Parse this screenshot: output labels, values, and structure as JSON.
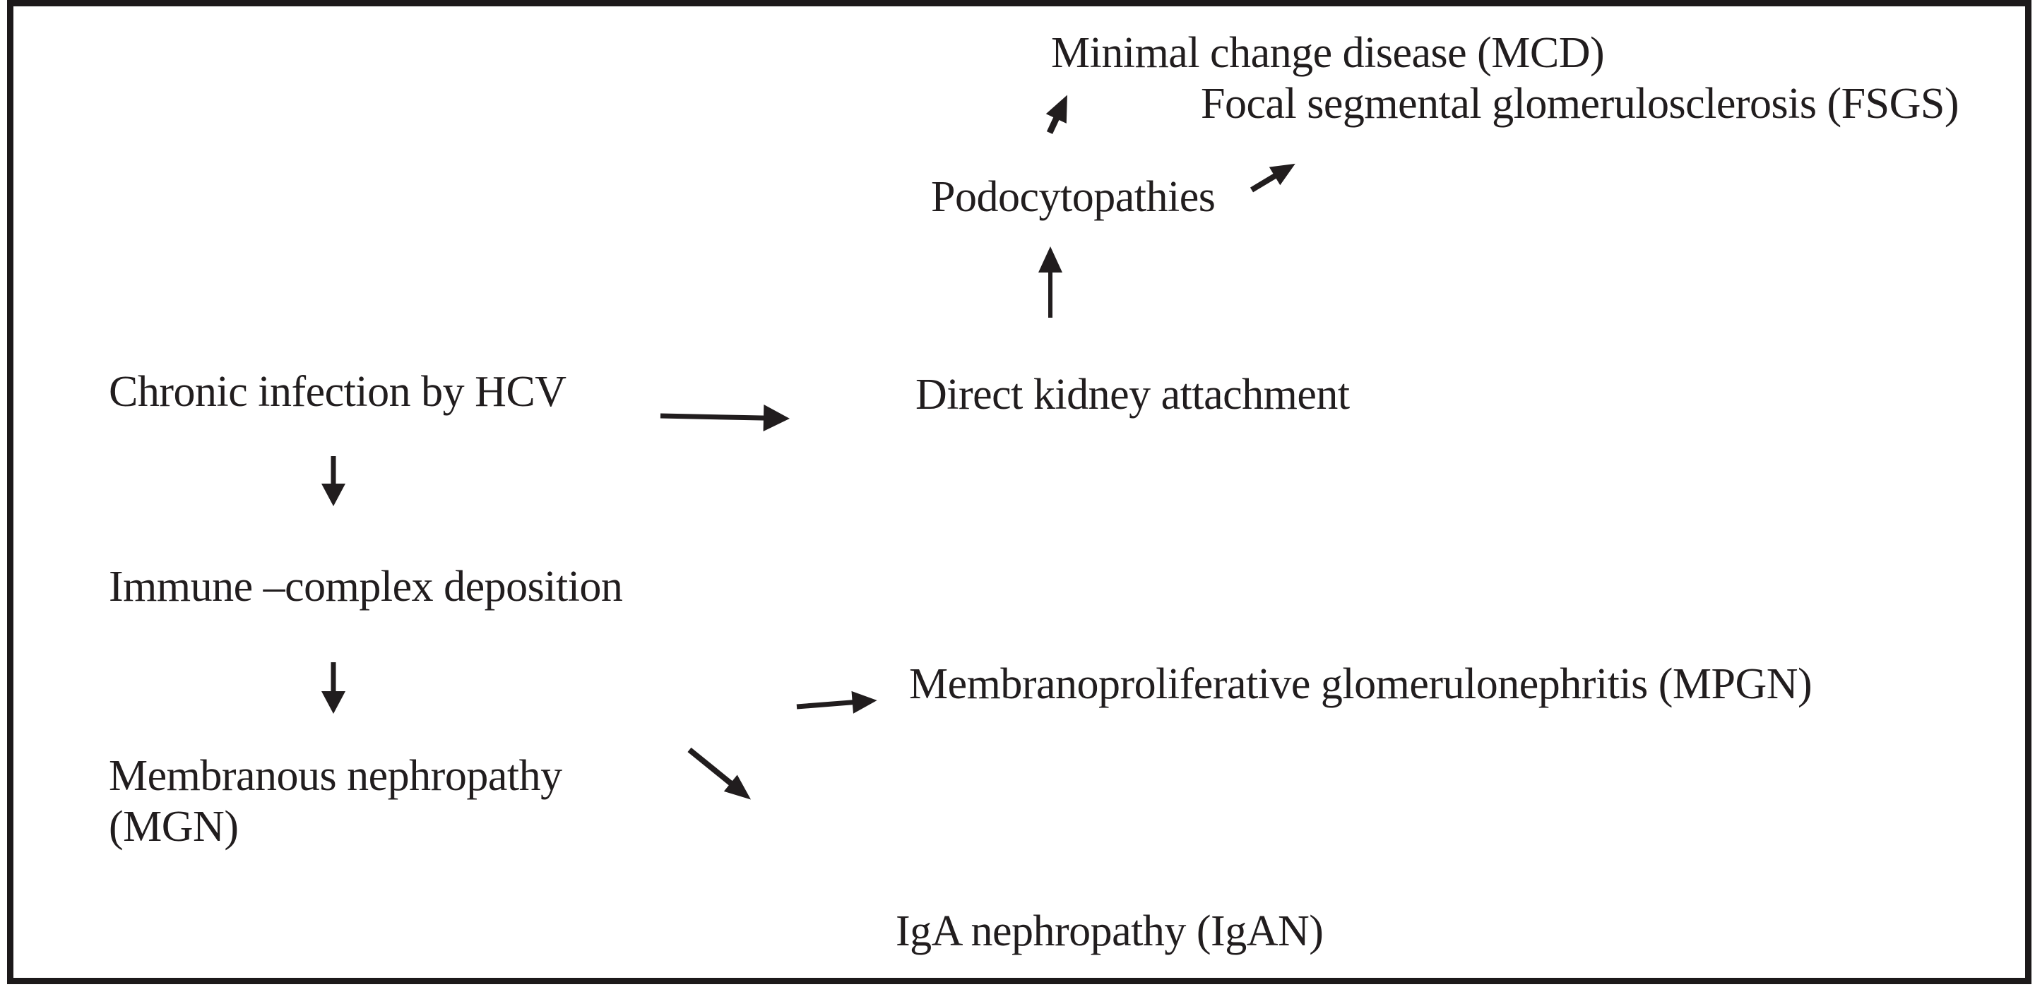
{
  "page": {
    "background_color": "#ffffff",
    "frame_color": "#1c191a",
    "text_color": "#211d1e"
  },
  "diagram": {
    "type": "flowchart",
    "subject": "Mechanisms of kidney disease in chronic HCV infection",
    "nodes": {
      "hcv": {
        "label": "Chronic infection by HCV"
      },
      "direct_kidney": {
        "label": "Direct kidney attachment"
      },
      "podocytopathies": {
        "label": "Podocytopathies"
      },
      "mcd": {
        "label": "Minimal change disease (MCD)"
      },
      "fsgs": {
        "label": "Focal segmental glomerulosclerosis (FSGS)"
      },
      "immune_complex": {
        "label": "Immune –complex deposition"
      },
      "mgn": {
        "line1": "Membranous nephropathy",
        "line2": "(MGN)"
      },
      "mpgn": {
        "label": "Membranoproliferative glomerulonephritis (MPGN)"
      },
      "igan": {
        "label": "IgA nephropathy (IgAN)"
      }
    },
    "edges": [
      {
        "from": "Chronic infection by HCV",
        "to": "Direct kidney attachment",
        "direction": "right"
      },
      {
        "from": "Chronic infection by HCV",
        "to": "Immune –complex deposition",
        "direction": "down"
      },
      {
        "from": "Immune –complex deposition",
        "to": "Membranous nephropathy (MGN)",
        "direction": "down"
      },
      {
        "from": "Direct kidney attachment",
        "to": "Podocytopathies",
        "direction": "up"
      },
      {
        "from": "Podocytopathies",
        "to": "Minimal change disease (MCD)",
        "direction": "up"
      },
      {
        "from": "Podocytopathies",
        "to": "Focal segmental glomerulosclerosis (FSGS)",
        "direction": "up-right"
      },
      {
        "from": "Membranous nephropathy (MGN)",
        "to": "Membranoproliferative glomerulonephritis (MPGN)",
        "direction": "right"
      },
      {
        "from": "Membranous nephropathy (MGN)",
        "to": "IgA nephropathy (IgAN)",
        "direction": "down-right"
      }
    ]
  }
}
